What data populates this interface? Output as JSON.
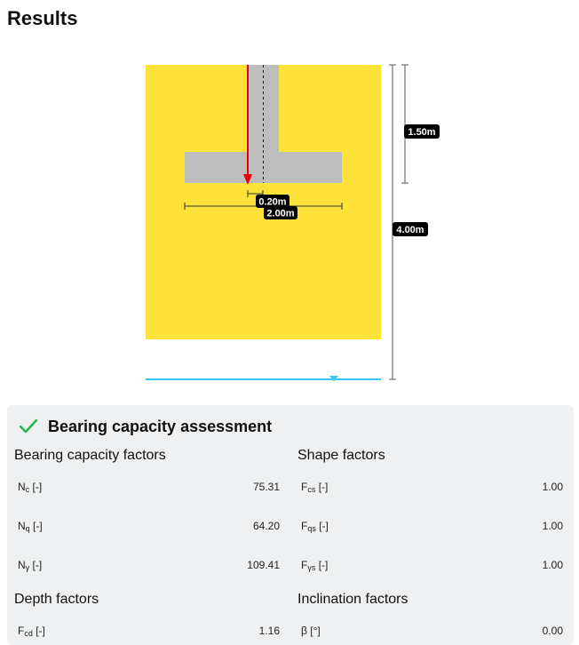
{
  "page": {
    "title": "Results"
  },
  "diagram": {
    "dims": {
      "depth_upper": "1.50m",
      "depth_total": "4.00m",
      "eccentricity": "0.20m",
      "width": "2.00m"
    },
    "colors": {
      "soil": "#fde23a",
      "footing": "#bdbdbd",
      "load_arrow": "#e60000",
      "water": "#35c8f0"
    }
  },
  "panel": {
    "title": "Bearing capacity assessment",
    "status_icon": "check-icon",
    "sections": {
      "bearing": {
        "title": "Bearing capacity factors",
        "rows": [
          {
            "sym": "N",
            "sub": "c",
            "unit": "[-]",
            "value": "75.31"
          },
          {
            "sym": "N",
            "sub": "q",
            "unit": "[-]",
            "value": "64.20"
          },
          {
            "sym": "N",
            "sub": "γ",
            "unit": "[-]",
            "value": "109.41"
          }
        ]
      },
      "shape": {
        "title": "Shape factors",
        "rows": [
          {
            "sym": "F",
            "sub": "cs",
            "unit": "[-]",
            "value": "1.00"
          },
          {
            "sym": "F",
            "sub": "qs",
            "unit": "[-]",
            "value": "1.00"
          },
          {
            "sym": "F",
            "sub": "γs",
            "unit": "[-]",
            "value": "1.00"
          }
        ]
      },
      "depth": {
        "title": "Depth factors",
        "rows": [
          {
            "sym": "F",
            "sub": "cd",
            "unit": "[-]",
            "value": "1.16"
          }
        ]
      },
      "inclination": {
        "title": "Inclination factors",
        "rows": [
          {
            "sym": "β",
            "sub": "",
            "unit": "[°]",
            "value": "0.00"
          }
        ]
      }
    }
  }
}
